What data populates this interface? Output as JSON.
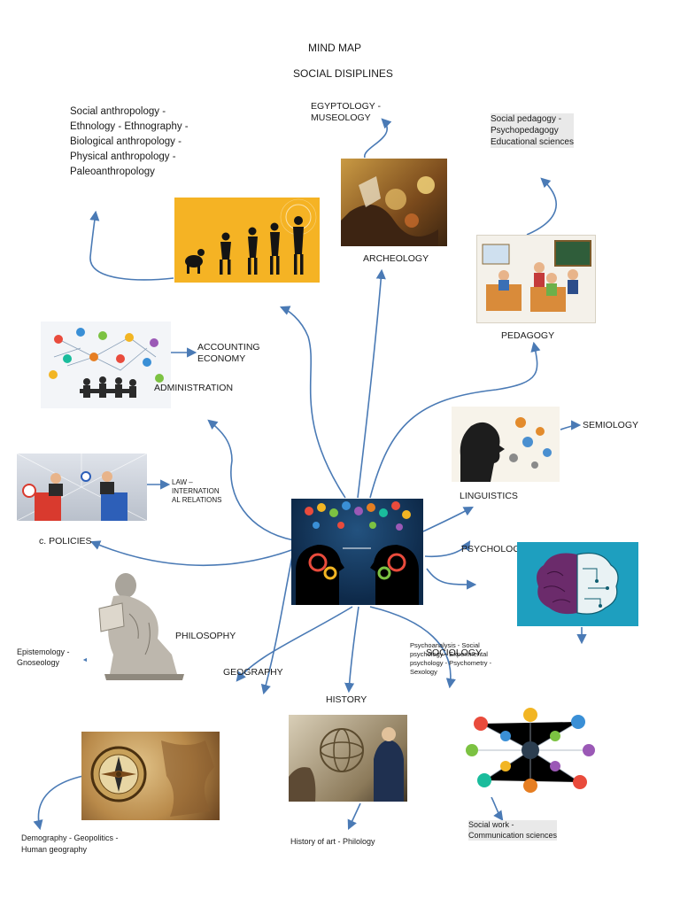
{
  "header": {
    "title": "MIND MAP",
    "subtitle": "SOCIAL DISIPLINES"
  },
  "nodes": {
    "anthropology_branches": "Social anthropology -\nEthnology - Ethnography -\nBiological anthropology -\nPhysical anthropology -\nPaleoanthropology",
    "egyptology": "EGYPTOLOGY -\nMUSEOLOGY",
    "archeology": "ARCHEOLOGY",
    "pedagogy_branches": "Social pedagogy -\nPsychopedagogy\nEducational sciences",
    "pedagogy": "PEDAGOGY",
    "accounting": "ACCOUNTING\nECONOMY",
    "administration": "ADMINISTRATION",
    "semiology": "SEMIOLOGY",
    "linguistics": "LINGUISTICS",
    "law": "LAW –\nINTERNATION\nAL RELATIONS",
    "policies": "c. POLICIES",
    "psychology": "PSYCHOLOGY",
    "philosophy": "PHILOSOPHY",
    "epistemology": "Epistemology -\nGnoseology",
    "geography": "GEOGRAPHY",
    "sociology": "SOCIOLOGY",
    "psychology_branches": "Psychoanalysis - Social\npsychology - Experimental\npsychology - Psychometry -\nSexology",
    "history": "HISTORY",
    "geography_branches": "Demography - Geopolitics -\nHuman geography",
    "history_branches": "History of art - Philology",
    "sociology_branches": "Social work -\nCommunication sciences"
  },
  "colors": {
    "arrow": "#4a7ab5",
    "evolution_bg": "#f5b324",
    "archeology_bg": "#b07a2a",
    "brain_bg": "#1e9fbf",
    "center_bg": "#0e2a4a",
    "map_bg": "#b98a4a"
  },
  "icons": {
    "evolution": "human-evolution-illustration",
    "archeology": "archeology-painting",
    "pedagogy": "classroom-illustration",
    "administration": "network-meeting-illustration",
    "linguistics": "speaking-silhouette-illustration",
    "policies": "politicians-debate-illustration",
    "center": "two-heads-gears-illustration",
    "psychology": "brain-halves-illustration",
    "philosophy": "thinker-statue-illustration",
    "geography": "compass-map-illustration",
    "history": "history-collage-illustration",
    "sociology": "social-network-people-illustration"
  }
}
